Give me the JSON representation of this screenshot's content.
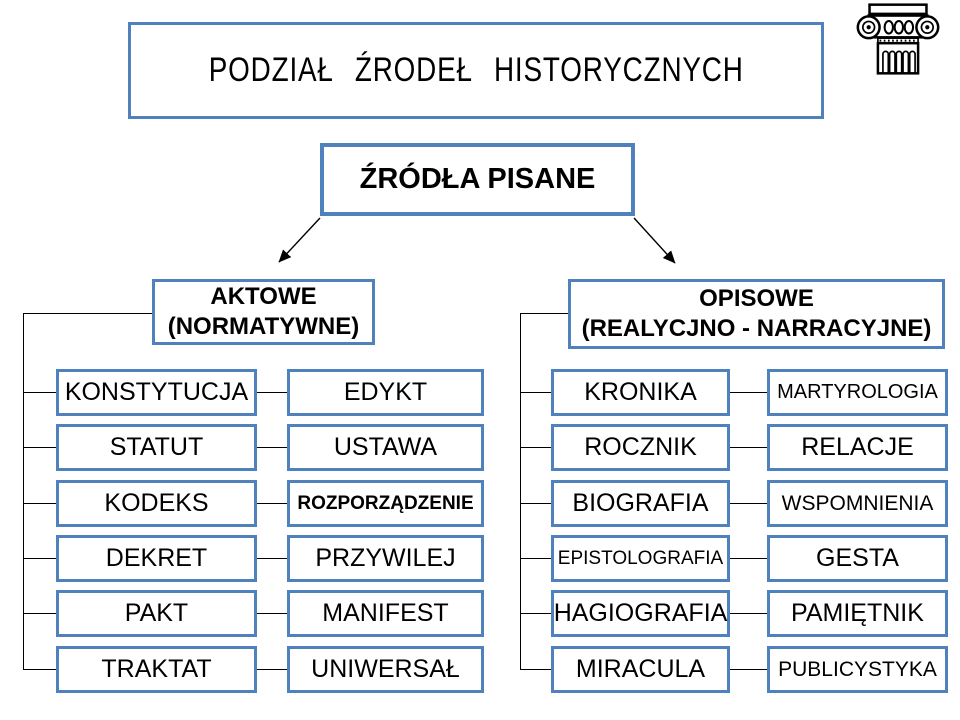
{
  "title": "PODZIAŁ ŹRODEŁ HISTORYCZNYCH",
  "root_box": {
    "label": "ŹRÓDŁA PISANE"
  },
  "groups": {
    "aktowe": {
      "line1": "AKTOWE",
      "line2": "(NORMATYWNE)"
    },
    "opisowe": {
      "line1": "OPISOWE",
      "line2": "(REALYCJNO - NARRACYJNE)"
    }
  },
  "aktowe_rows": [
    {
      "left": "KONSTYTUCJA",
      "right": "EDYKT"
    },
    {
      "left": "STATUT",
      "right": "USTAWA"
    },
    {
      "left": "KODEKS",
      "right": "ROZPORZĄDZENIE"
    },
    {
      "left": "DEKRET",
      "right": "PRZYWILEJ"
    },
    {
      "left": "PAKT",
      "right": "MANIFEST"
    },
    {
      "left": "TRAKTAT",
      "right": "UNIWERSAŁ"
    }
  ],
  "opisowe_rows": [
    {
      "left": "KRONIKA",
      "right": "MARTYROLOGIA"
    },
    {
      "left": "ROCZNIK",
      "right": "RELACJE"
    },
    {
      "left": "BIOGRAFIA",
      "right": "WSPOMNIENIA"
    },
    {
      "left": "EPISTOLOGRAFIA",
      "right": "GESTA"
    },
    {
      "left": "HAGIOGRAFIA",
      "right": "PAMIĘTNIK"
    },
    {
      "left": "MIRACULA",
      "right": "PUBLICYSTYKA"
    }
  ],
  "icon": {
    "name": "ionic-column-icon"
  },
  "colors": {
    "accent_border": "#4F81BD",
    "connector_line": "#000000",
    "text": "#000000",
    "background": "#FFFFFF"
  }
}
